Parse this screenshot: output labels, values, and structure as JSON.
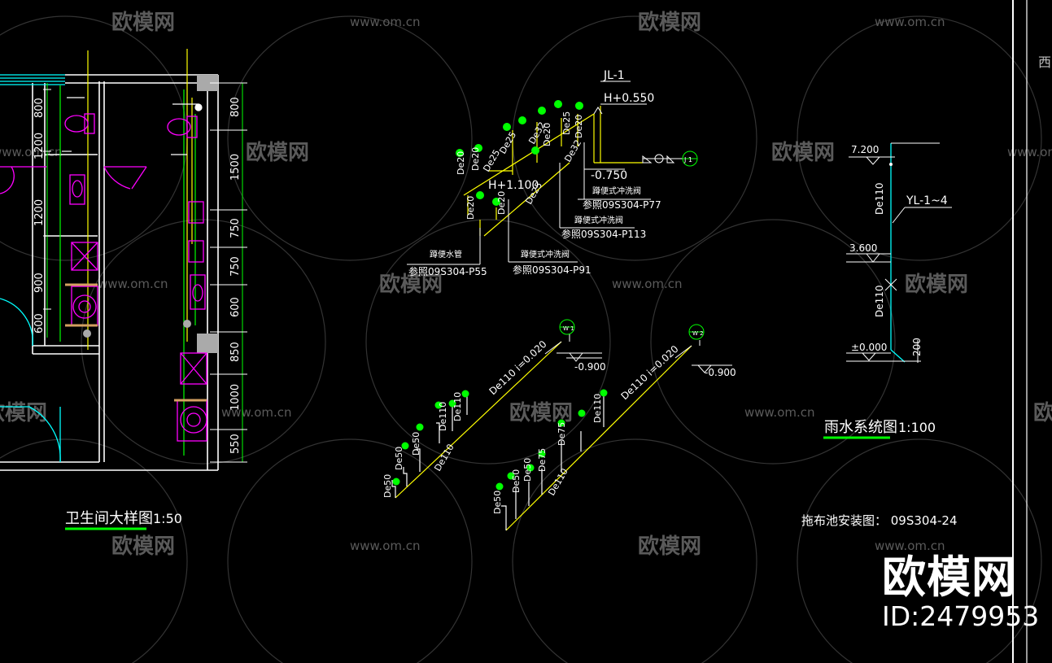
{
  "colors": {
    "background": "#000000",
    "wall": "#ffffff",
    "pipe_yellow": "#ffff00",
    "pipe_green": "#00ff00",
    "fixture_magenta": "#ff00ff",
    "cyan": "#00ffff",
    "dim_white": "#ffffff",
    "watermark": "#555555"
  },
  "watermarks": {
    "brand": "欧模网",
    "url": "www.om.cn",
    "url_partial": "www.om.cn",
    "brand_partial_left": "欧模网",
    "brand_partial_right": "欧模网",
    "edge_char": "西"
  },
  "big_watermark": {
    "logo": "欧模网",
    "id": "ID:2479953"
  },
  "bathroom_plan": {
    "title": "卫生间大样图",
    "scale": "1:50",
    "left_dims": [
      "800",
      "1200",
      "1200",
      "900",
      "600"
    ],
    "right_dims": [
      "800",
      "1500",
      "750",
      "750",
      "600",
      "850",
      "1000",
      "550"
    ]
  },
  "supply_diagram": {
    "riser_label": "JL-1",
    "top_elevation": "H+0.550",
    "bottom_elevation": "-0.750",
    "mid_elevation": "H+1.100",
    "pipe_labels": [
      "De20",
      "De20",
      "De25",
      "De25",
      "De32",
      "De20",
      "De25",
      "De20",
      "De32",
      "De20",
      "De25",
      "De20"
    ],
    "note1_title": "蹲便式冲洗阀",
    "note1_ref": "参照09S304-P77",
    "note2_title": "蹲便式冲洗阀",
    "note2_ref": "参照09S304-P113",
    "note3_title": "蹲便式冲洗阀",
    "note3_ref": "参照09S304-P91",
    "note4_title": "蹲便水管",
    "note4_ref": "参照09S304-P55",
    "circle_label": "J 1"
  },
  "drain_diagram": {
    "w1_label": "W 1",
    "w2_label": "W 2",
    "w1_main": "De110 i=0.020",
    "w2_main": "De110 i=0.020",
    "w1_elev": "-0.900",
    "w2_elev": "-0.900",
    "labels_w1": [
      "De50",
      "De50",
      "De50",
      "De110",
      "De110",
      "De110"
    ],
    "labels_w2": [
      "De50",
      "De50",
      "De50",
      "De75",
      "De75",
      "De110",
      "De110"
    ]
  },
  "rain_diagram": {
    "title": "雨水系统图",
    "scale": "1:100",
    "riser_label": "YL-1~4",
    "elev_top": "7.200",
    "elev_mid": "3.600",
    "elev_bottom": "±0.000",
    "pipe1": "De110",
    "pipe2": "De110",
    "dim": "200"
  },
  "mop_note": "拖布池安装图： 09S304-24"
}
